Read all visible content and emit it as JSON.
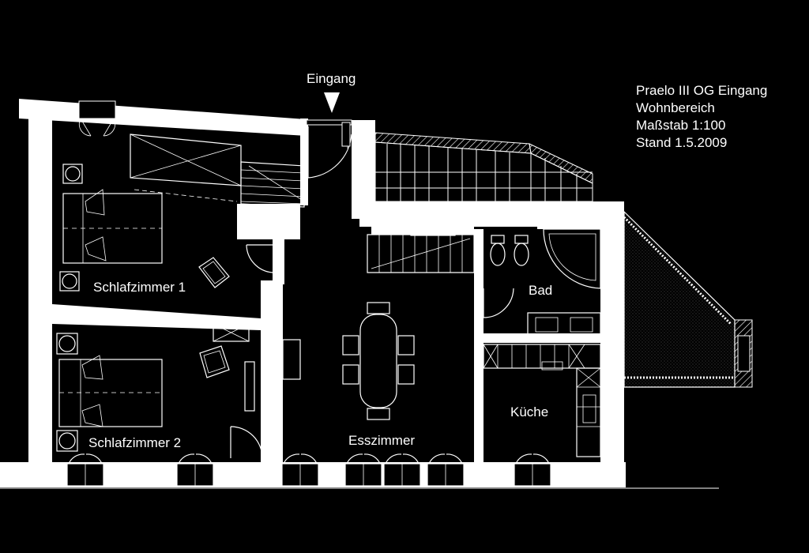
{
  "title_block": {
    "line1": "Praelo III OG Eingang",
    "line2": "Wohnbereich",
    "line3": "Maßstab 1:100",
    "line4": "Stand 1.5.2009"
  },
  "entrance": {
    "label": "Eingang"
  },
  "rooms": {
    "bedroom1": "Schlafzimmer 1",
    "bedroom2": "Schlafzimmer 2",
    "dining": "Esszimmer",
    "bath": "Bad",
    "kitchen": "Küche"
  },
  "colors": {
    "background": "#000000",
    "lines": "#ffffff"
  }
}
